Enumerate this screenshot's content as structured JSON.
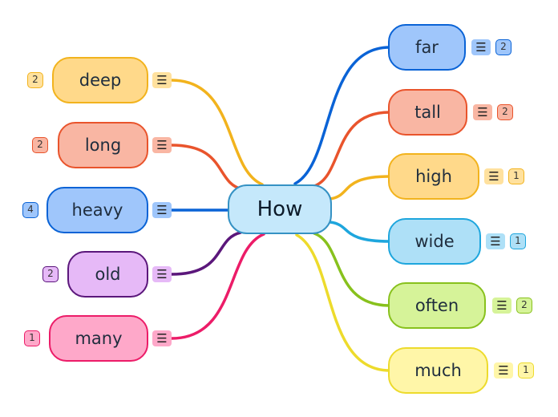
{
  "root": {
    "label": "How",
    "fill": "#c5e8fb",
    "border": "#3592c4"
  },
  "left_branches": [
    {
      "label": "deep",
      "badge": "2",
      "color": "#f2b31d",
      "fill": "#ffd98a",
      "notes_fill": "#ffe19e"
    },
    {
      "label": "long",
      "badge": "2",
      "color": "#e9542c",
      "fill": "#f9b6a3",
      "notes_fill": "#f9b6a3"
    },
    {
      "label": "heavy",
      "badge": "4",
      "color": "#0a63d6",
      "fill": "#9fc6fb",
      "notes_fill": "#9fc6fb"
    },
    {
      "label": "old",
      "badge": "2",
      "color": "#5b177b",
      "fill": "#e6b9f7",
      "notes_fill": "#e6b9f7"
    },
    {
      "label": "many",
      "badge": "1",
      "color": "#ec1c68",
      "fill": "#fea8c9",
      "notes_fill": "#fea8c9"
    }
  ],
  "right_branches": [
    {
      "label": "far",
      "badge": "2",
      "color": "#0a63d6",
      "fill": "#9fc6fb",
      "notes_fill": "#9fc6fb"
    },
    {
      "label": "tall",
      "badge": "2",
      "color": "#e9542c",
      "fill": "#f9b6a3",
      "notes_fill": "#f9b6a3"
    },
    {
      "label": "high",
      "badge": "1",
      "color": "#f2b31d",
      "fill": "#ffd98a",
      "notes_fill": "#ffe19e"
    },
    {
      "label": "wide",
      "badge": "1",
      "color": "#1ea6dd",
      "fill": "#aee0f7",
      "notes_fill": "#aee0f7"
    },
    {
      "label": "often",
      "badge": "2",
      "color": "#88c11d",
      "fill": "#d6f399",
      "notes_fill": "#d6f399"
    },
    {
      "label": "much",
      "badge": "1",
      "color": "#eddb2c",
      "fill": "#fff6a8",
      "notes_fill": "#fff6a8"
    }
  ],
  "notes_icon": {
    "glyph": "☰",
    "icon_name": "notes-icon"
  }
}
